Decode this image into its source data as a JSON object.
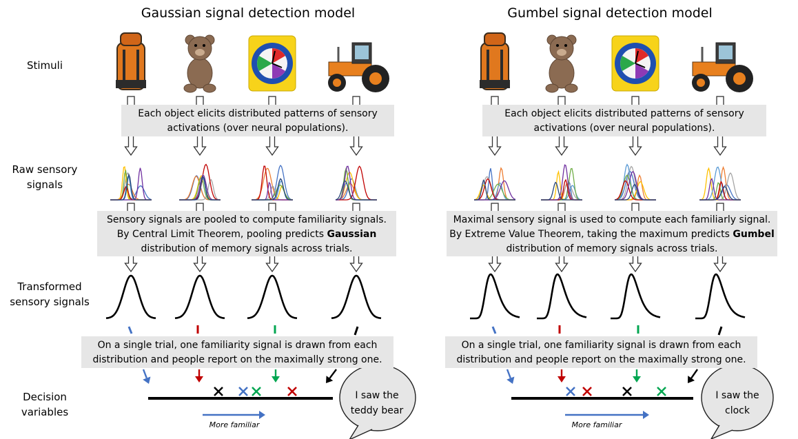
{
  "panels": [
    {
      "title": "Gaussian signal detection model",
      "stimuli": [
        "backpack",
        "teddy bear",
        "clock",
        "tractor"
      ],
      "box1": "Each object elicits distributed patterns of sensory activations (over neural populations).",
      "box2_pre": "Sensory signals are pooled to compute familiarity signals. By Central Limit Theorem, pooling predicts ",
      "box2_bold": "Gaussian",
      "box2_post": " distribution of memory signals across trials.",
      "box3": "On a single trial, one familiarity signal is drawn from each distribution and people report on the maximally strong one.",
      "axis_label": "More familiar",
      "bubble": "I saw the teddy bear",
      "curve_shape": "gaussian"
    },
    {
      "title": "Gumbel signal detection model",
      "stimuli": [
        "backpack",
        "teddy bear",
        "clock",
        "tractor"
      ],
      "box1": "Each object elicits distributed patterns of sensory activations (over neural populations).",
      "box2_pre": "Maximal sensory signal is used to compute each familiarly signal. By Extreme Value Theorem, taking the maximum predicts ",
      "box2_bold": "Gumbel",
      "box2_post": " distribution of memory signals across trials.",
      "box3": "On a single trial, one familiarity signal is drawn from each distribution and people report on the maximally strong one.",
      "axis_label": "More familiar",
      "bubble": "I saw the clock",
      "curve_shape": "gumbel"
    }
  ],
  "row_labels": {
    "stimuli": "Stimuli",
    "raw": "Raw sensory signals",
    "transformed": "Transformed sensory signals",
    "decision": "Decision variables"
  },
  "colors": {
    "blue": "#4472c4",
    "red": "#c00000",
    "green": "#00a651",
    "black": "#000000",
    "box": "#e6e6e6"
  }
}
